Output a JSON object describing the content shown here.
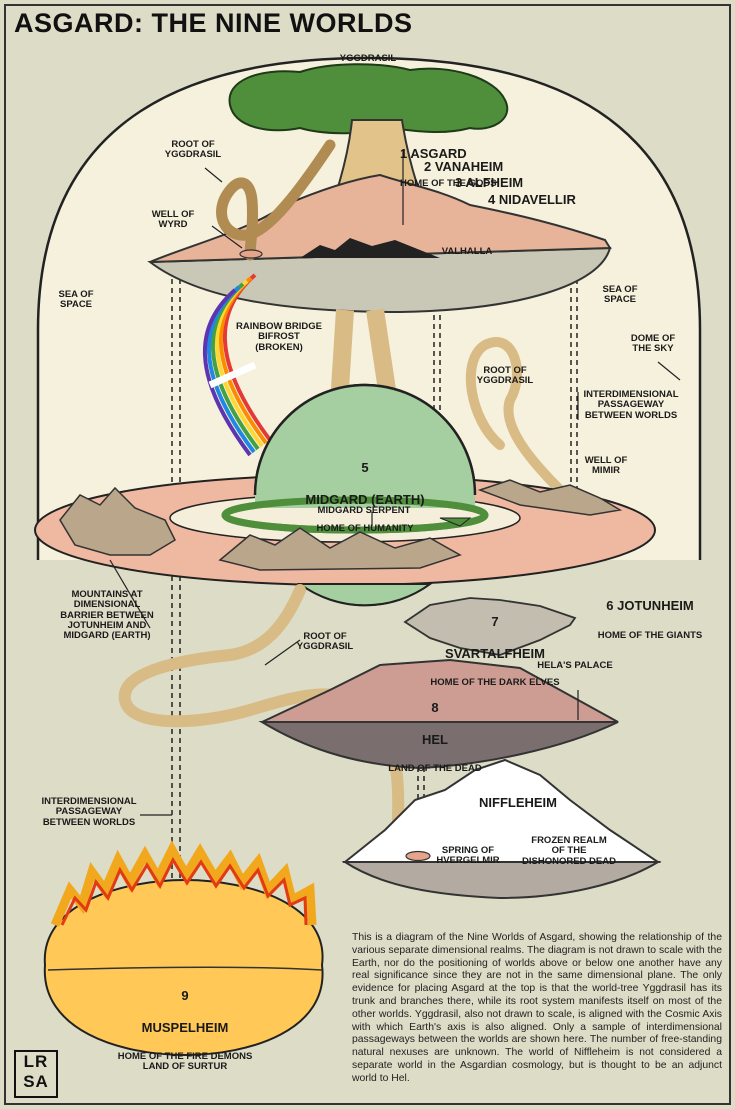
{
  "title": "ASGARD: THE NINE WORLDS",
  "labels": {
    "yggdrasil": "YGGDRASIL",
    "root_upper": "ROOT OF\nYGGDRASIL",
    "well_wyrd": "WELL OF\nWYRD",
    "valhalla": "VALHALLA",
    "sea_of_space": "SEA OF\nSPACE",
    "rainbow": "RAINBOW BRIDGE\nBIFROST (BROKEN)",
    "dome": "DOME OF\nTHE SKY",
    "root_right": "ROOT OF\nYGGDRASIL",
    "passageway": "INTERDIMENSIONAL\nPASSAGEWAY\nBETWEEN WORLDS",
    "well_mimir": "WELL OF\nMIMIR",
    "serpent": "MIDGARD SERPENT",
    "mountains": "MOUNTAINS AT\nDIMENSIONAL\nBARRIER BETWEEN\nJOTUNHEIM AND\nMIDGARD (EARTH)",
    "root_lower": "ROOT OF\nYGGDRASIL",
    "helas_palace": "HELA'S PALACE",
    "spring": "SPRING OF\nHVERGELMIR"
  },
  "worlds": {
    "asgard": {
      "name": "1 ASGARD",
      "desc": "HOME OF THE GODS"
    },
    "vanaheim": "2 VANAHEIM",
    "alfheim": "3 ALFHEIM",
    "nidavellir": "4 NIDAVELLIR",
    "midgard": {
      "num": "5",
      "name": "MIDGARD (EARTH)",
      "desc": "HOME OF HUMANITY"
    },
    "jotunheim": {
      "name": "6 JOTUNHEIM",
      "desc": "HOME OF THE GIANTS"
    },
    "svartalfheim": {
      "num": "7",
      "name": "SVARTALFHEIM",
      "desc": "HOME OF THE DARK ELVES"
    },
    "hel": {
      "num": "8",
      "name": "HEL",
      "desc": "LAND OF THE DEAD"
    },
    "niffleheim": {
      "name": "NIFFLEHEIM",
      "desc": "FROZEN REALM\nOF THE\nDISHONORED DEAD"
    },
    "muspelheim": {
      "num": "9",
      "name": "MUSPELHEIM",
      "desc": "HOME OF THE FIRE DEMONS\nLAND OF SURTUR"
    }
  },
  "description": "This is a diagram of the Nine Worlds of Asgard, showing the relationship of the various separate dimensional realms. The diagram is not drawn to scale with the Earth, nor do the positioning of worlds above or below one another have any real significance since they are not in the same dimensional plane. The only evidence for placing Asgard at the top is that the world-tree Yggdrasil has its trunk and branches there, while its root system manifests itself on most of the other worlds. Yggdrasil, also not drawn to scale, is aligned with the Cosmic Axis with which Earth's axis is also aligned. Only a sample of interdimensional passageways between the worlds are shown here. The number of free-standing natural nexuses are unknown. The world of Niffleheim is not considered a separate world in the Asgardian cosmology, but is thought to be an adjunct world to Hel.",
  "logo": "LR\nSA"
}
